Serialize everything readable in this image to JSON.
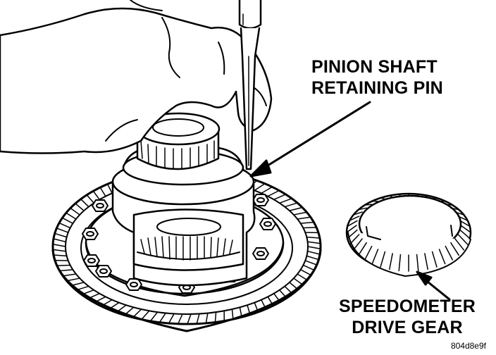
{
  "callouts": {
    "pinion_shaft_retaining_pin": {
      "line1": "PINION SHAFT",
      "line2": "RETAINING PIN"
    },
    "speedometer_drive_gear": {
      "line1": "SPEEDOMETER",
      "line2": "DRIVE GEAR"
    }
  },
  "figure_id": "804d8e9f",
  "colors": {
    "ink": "#000000",
    "paper": "#ffffff"
  }
}
